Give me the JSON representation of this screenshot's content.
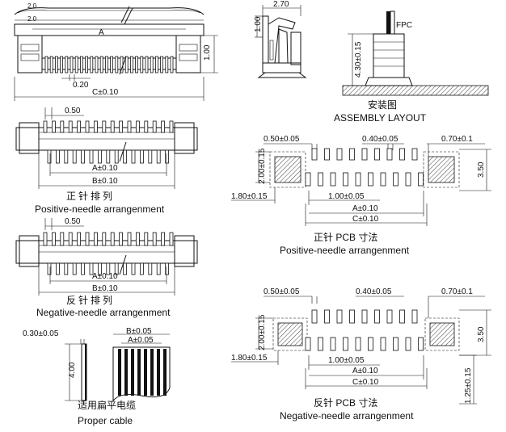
{
  "connector_views": {
    "top_dim_a": "A",
    "top_dim_c": "C±0.10",
    "top_dim_pitch": "0.20",
    "top_dim_height": "1.00",
    "top_small_20a": "2.0",
    "top_small_20b": "2.0"
  },
  "positive": {
    "dim_pitch": "0.50",
    "dim_a": "A±0.10",
    "dim_b": "B±0.10",
    "caption_cn": "正针排列",
    "caption_en": "Positive-needle arrangenment"
  },
  "negative": {
    "dim_pitch": "0.50",
    "dim_a": "A±0.10",
    "dim_b": "B±0.10",
    "caption_cn": "反针排列",
    "caption_en": "Negative-needle arrangenment"
  },
  "cable": {
    "dim_thickness": "0.30±0.05",
    "dim_length": "4.00",
    "dim_b": "B±0.05",
    "dim_a": "A±0.05",
    "caption_cn": "适用扁平电缆",
    "caption_en": "Proper cable"
  },
  "assembly": {
    "dim_width": "2.70",
    "dim_height": "1.00",
    "dim_insert": "4.30±0.15",
    "label_fpc": "FPC",
    "caption_cn": "安装图",
    "caption_en": "ASSEMBLY LAYOUT"
  },
  "pcb_positive": {
    "dim_pad_w": "0.50±0.05",
    "dim_pitch": "0.40±0.05",
    "dim_side": "0.70±0.1",
    "dim_row": "2.00±0.15",
    "dim_total_h": "3.50",
    "dim_edge": "1.80±0.15",
    "dim_offset": "1.00±0.05",
    "dim_a": "A±0.10",
    "dim_c": "C±0.10",
    "caption_cn": "正针  PCB  寸法",
    "caption_en": "Positive-needle arrangenment"
  },
  "pcb_negative": {
    "dim_pad_w": "0.50±0.05",
    "dim_pitch": "0.40±0.05",
    "dim_side": "0.70±0.1",
    "dim_row": "2.00±0.15",
    "dim_total_h": "3.50",
    "dim_edge": "1.80±0.15",
    "dim_offset": "1.00±0.05",
    "dim_a": "A±0.10",
    "dim_c": "C±0.10",
    "dim_bottom": "1.25±0.15",
    "caption_cn": "反针  PCB  寸法",
    "caption_en": "Negative-needle arrangenment"
  }
}
